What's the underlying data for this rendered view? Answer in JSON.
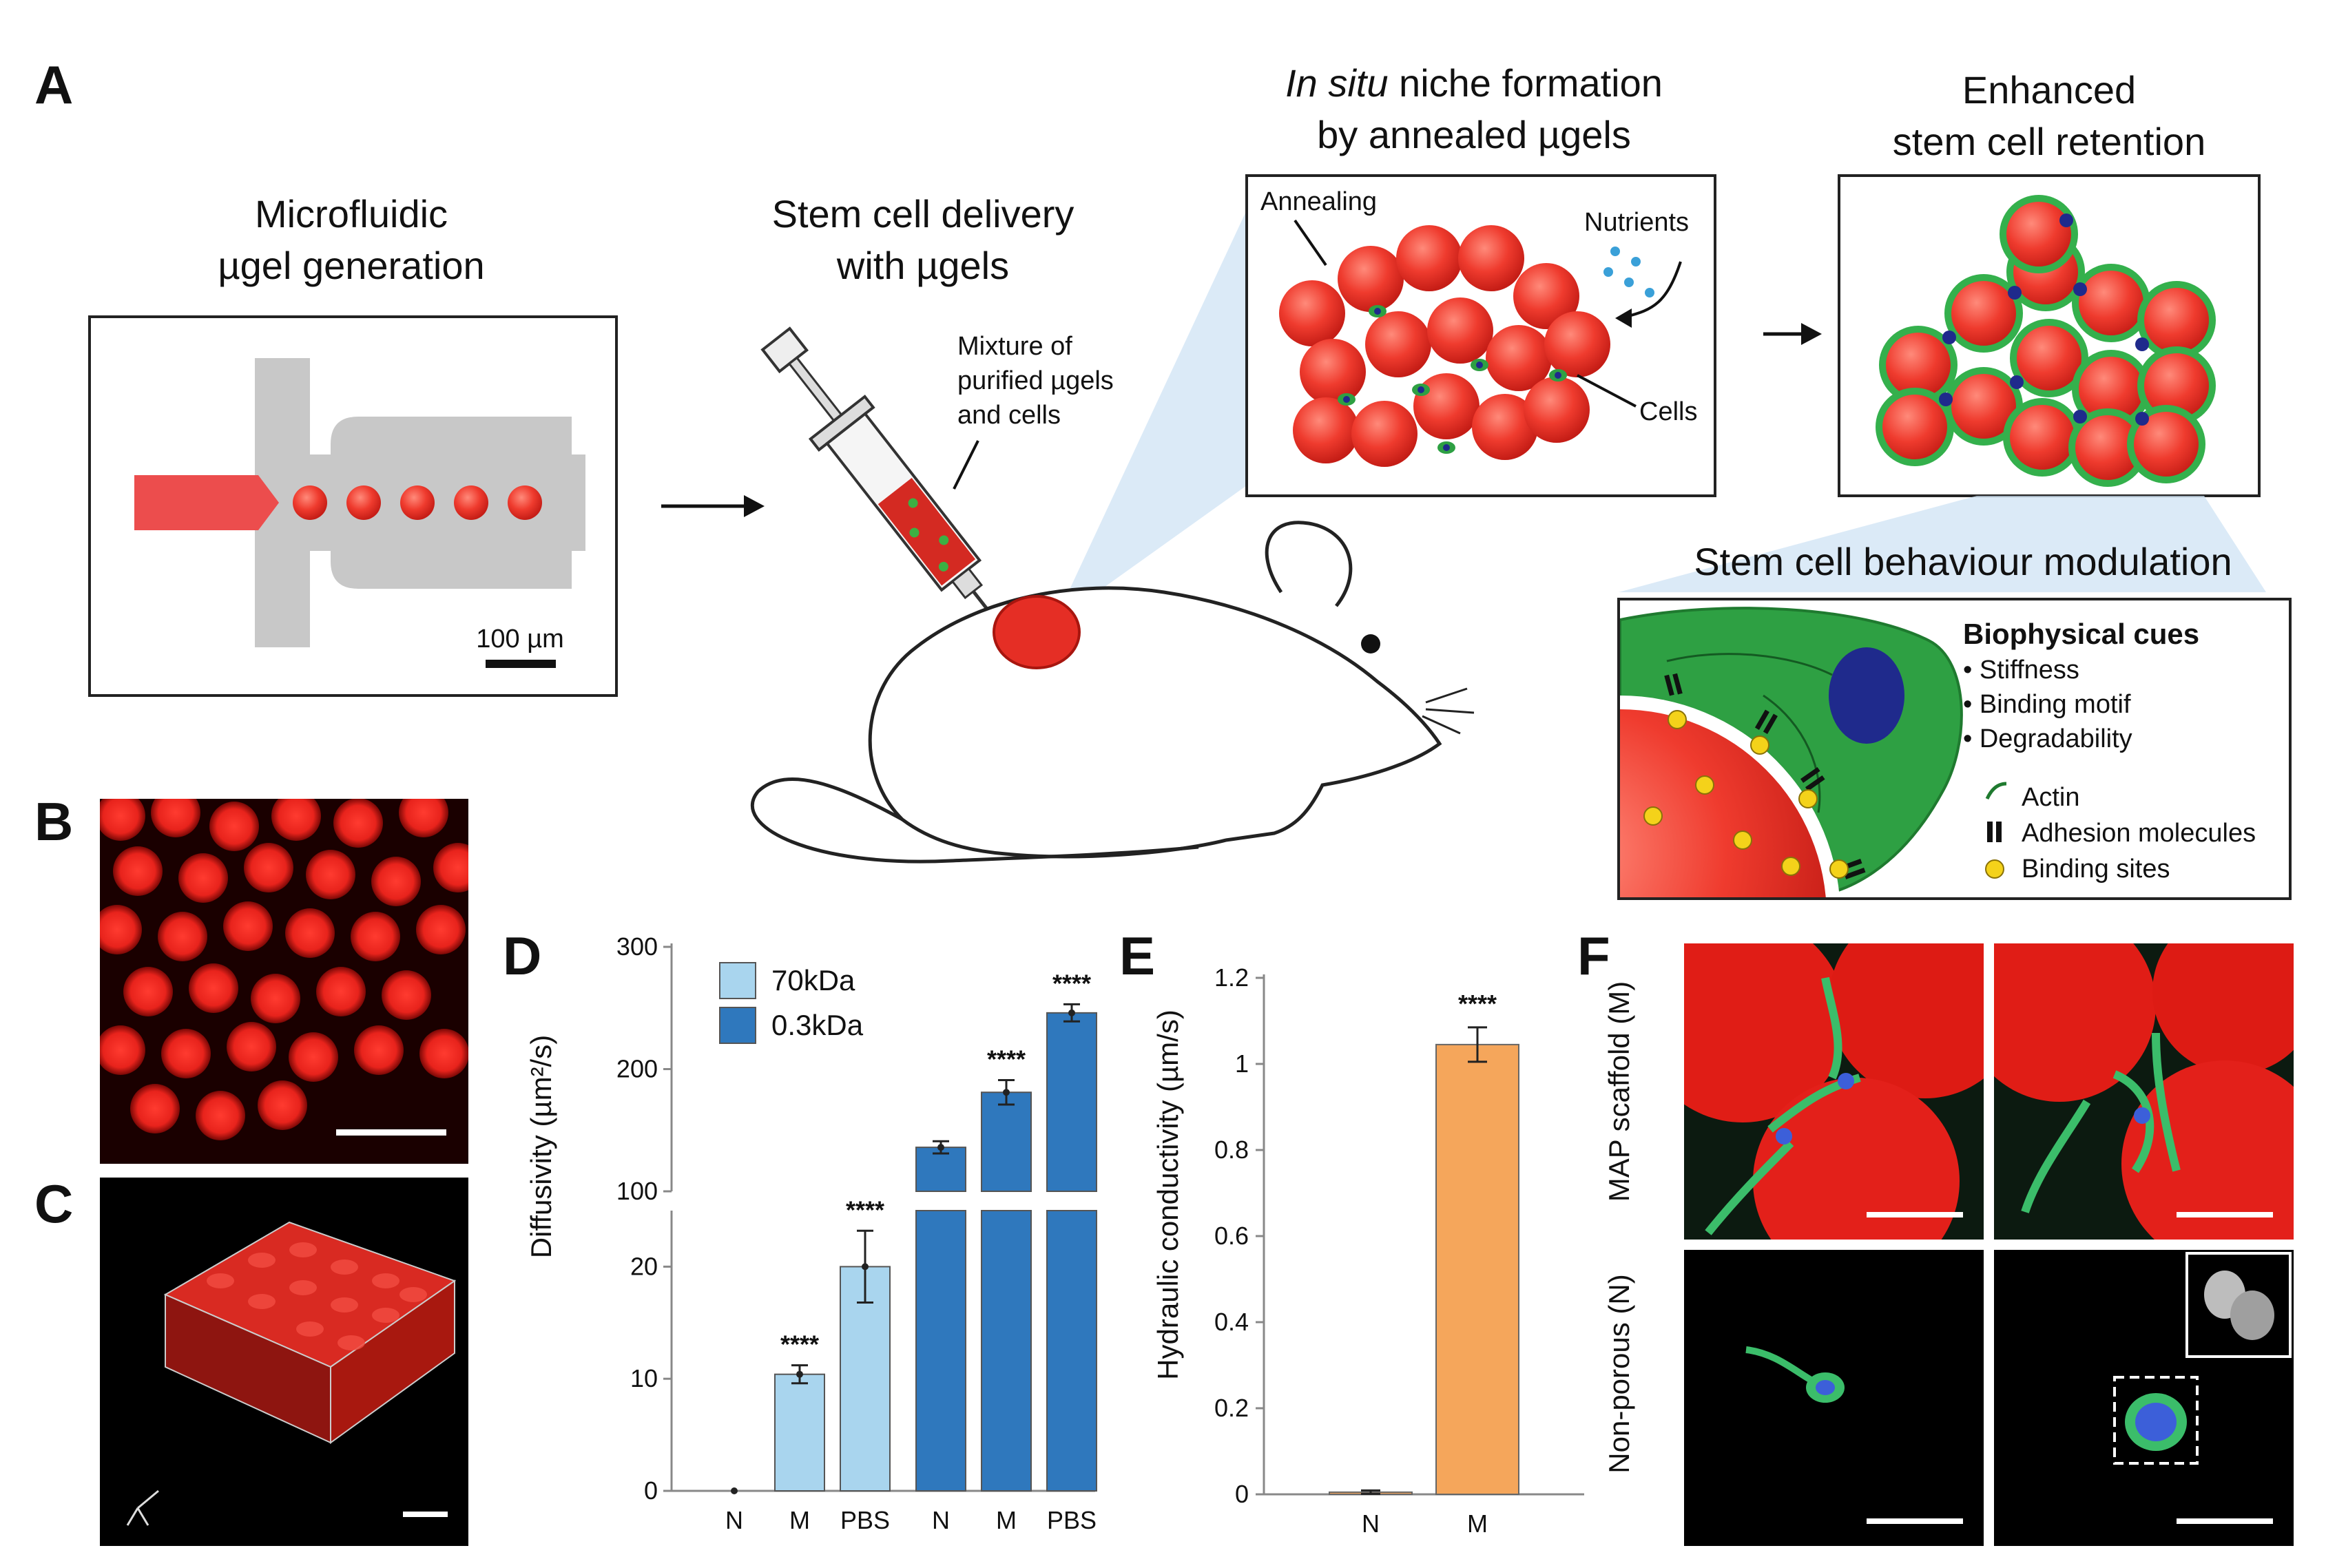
{
  "panel_letters": {
    "a": "A",
    "b": "B",
    "c": "C",
    "d": "D",
    "e": "E",
    "f": "F"
  },
  "panel_a": {
    "step1_title": [
      "Microfluidic",
      "µgel generation"
    ],
    "scale_label": "100 µm",
    "step2_title": [
      "Stem cell delivery",
      "with µgels"
    ],
    "syringe_label": [
      "Mixture of",
      "purified µgels",
      "and cells"
    ],
    "step3_title_italic": "In situ",
    "step3_title_rest": " niche formation",
    "step3_title_line2": "by annealed µgels",
    "annealing_label": "Annealing",
    "nutrients_label": "Nutrients",
    "cells_label": "Cells",
    "step4_title": [
      "Enhanced",
      "stem cell retention"
    ],
    "modulation_title": "Stem cell behaviour modulation",
    "cues_title": "Biophysical cues",
    "cues": [
      "• Stiffness",
      "• Binding motif",
      "• Degradability"
    ],
    "legend": {
      "actin": "Actin",
      "adhesion": "Adhesion molecules",
      "binding": "Binding sites"
    },
    "colors": {
      "gel_red": "#e8342e",
      "cell_green": "#2ea043",
      "nucleus_blue": "#1f2a8c",
      "channel_gray": "#c8c8c8",
      "site_yellow": "#f4d21a",
      "zoom_blue": "#cfe3f4"
    }
  },
  "panel_f": {
    "row1_label": "MAP scaffold (M)",
    "row2_label": "Non-porous (N)"
  },
  "chart_data": [
    {
      "type": "bar",
      "panel": "D",
      "ylabel": "Diffusivity (µm²/s)",
      "y_axis_broken": true,
      "ylim_lower": [
        0,
        25
      ],
      "ylim_upper": [
        100,
        300
      ],
      "yticks_lower": [
        0,
        10,
        20
      ],
      "yticks_upper": [
        100,
        200,
        300
      ],
      "groups": [
        {
          "name": "70kDa",
          "color": "#a9d5ee",
          "categories": [
            "N",
            "M",
            "PBS"
          ],
          "values": [
            0,
            10.4,
            20
          ],
          "errors": [
            0,
            0.8,
            3.2
          ],
          "annotations": [
            "",
            "****",
            "****"
          ]
        },
        {
          "name": "0.3kDa",
          "color": "#2f78bd",
          "categories": [
            "N",
            "M",
            "PBS"
          ],
          "values": [
            136,
            181,
            246
          ],
          "errors": [
            5,
            10,
            7
          ],
          "annotations": [
            "",
            "****",
            "****"
          ]
        }
      ]
    },
    {
      "type": "bar",
      "panel": "E",
      "ylabel": "Hydraulic conductivity (µm/s)",
      "categories": [
        "N",
        "M"
      ],
      "values": [
        0.005,
        1.045
      ],
      "errors": [
        0.004,
        0.04
      ],
      "annotations": [
        "",
        "****"
      ],
      "color": "#f5a65b",
      "ylim": [
        0,
        1.2
      ],
      "yticks": [
        "0",
        "0.2",
        "0.4",
        "0.6",
        "0.8",
        "1",
        "1.2"
      ]
    }
  ]
}
